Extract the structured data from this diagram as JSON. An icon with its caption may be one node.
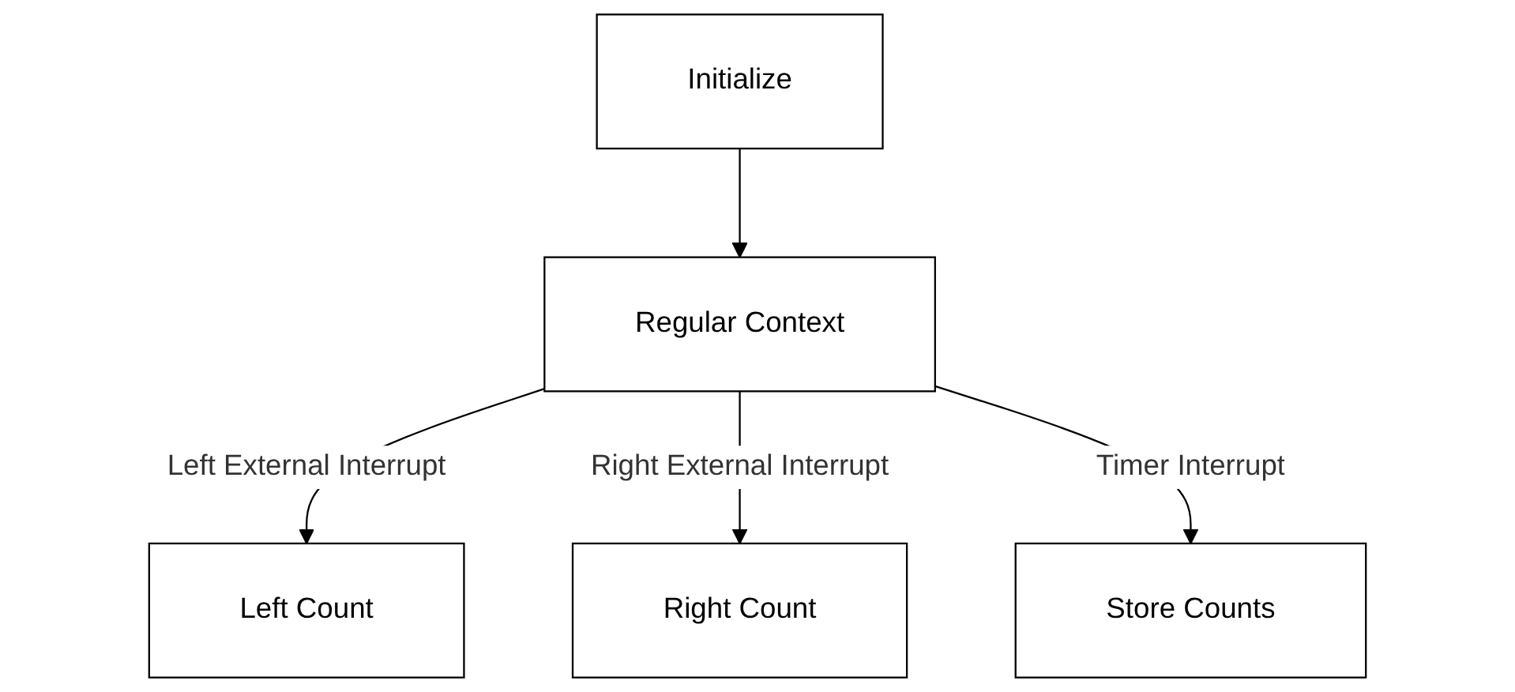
{
  "diagram": {
    "nodes": [
      {
        "text": [
          "Initialize"
        ]
      },
      {
        "text": [
          "Left Count"
        ]
      },
      {
        "text": [
          "Regular Context"
        ]
      },
      {
        "text": [
          "Right Count"
        ]
      },
      {
        "text": [
          "Store Counts"
        ]
      }
    ],
    "edges": [
      {
        "from": 0,
        "to": 2,
        "arrow": "to"
      },
      {
        "from": 2,
        "to": 1,
        "arrow": "to",
        "label": "Left External Interrupt"
      },
      {
        "from": 2,
        "to": 3,
        "arrow": "to",
        "label": "Right External Interrupt"
      },
      {
        "from": 2,
        "to": 4,
        "arrow": "to",
        "label": "Timer Interrupt"
      }
    ]
  }
}
